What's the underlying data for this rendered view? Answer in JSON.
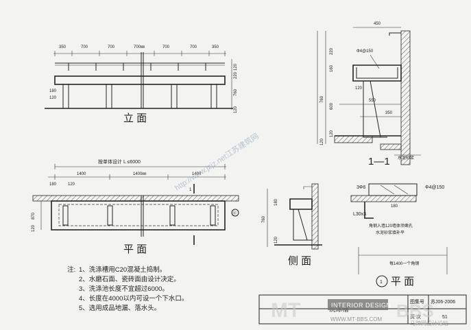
{
  "elevation": {
    "title": "立 面",
    "top_dims": [
      "350",
      "700",
      "700",
      "700㎜",
      "700",
      "700",
      "350"
    ],
    "right_dims": [
      "120",
      "220",
      "760",
      "120"
    ],
    "left_dims": [
      "180",
      "120"
    ]
  },
  "plan": {
    "title": "平 面",
    "design_note": "按单体设计 L ≤6000",
    "dims": [
      "1400",
      "1400㎜",
      "1400"
    ],
    "left_dims": [
      "180",
      "120"
    ],
    "side_dims": [
      "870",
      "120"
    ],
    "cut_mark": "1",
    "axis_mark": "㊉"
  },
  "section_1_1": {
    "title": "1—1",
    "top_dim": "450",
    "rebar_label": "Φ4@150",
    "vdims_left": [
      "220",
      "160",
      "600",
      "760",
      "120",
      "120"
    ],
    "hdims": [
      "550",
      "350"
    ],
    "inner_dim": "120",
    "mortar_label": "水泥砂浆"
  },
  "side": {
    "title": "侧 面",
    "vdims": [
      "180",
      "760",
      "120"
    ]
  },
  "detail_1": {
    "number": "1",
    "title": "平 面",
    "bar_label": "3Φ6",
    "rebar_label": "Φ4@150",
    "angle_label": "L30x3",
    "dim_180": "180",
    "note1": "角钢入墙120墙体须凿孔",
    "note2": "水泥砂浆填补平",
    "spacing_note": "每1400一个角钢"
  },
  "notes": {
    "heading": "注:",
    "items": [
      "1、洗涤槽用C20混凝土捣制。",
      "2、水磨石面、瓷砖面由设计决定。",
      "3、洗涤池长度不宜超过6000。",
      "4、长度在4000以内可设一个下水口。",
      "5、选用成品地漏、落水头。"
    ]
  },
  "titleblock": {
    "atlas_label": "图集号",
    "atlas_number": "苏J06-2006",
    "page_label": "页 次",
    "page_number": "51",
    "drawing_name": "洗涤槽"
  },
  "watermarks": {
    "diagonal": "http://www.jzjz.net江苏建筑网",
    "badge": "INTERIOR DESIGN",
    "site": "WWW.MT-BBS.COM",
    "logo_left": "MT",
    "logo_right": "BBS",
    "forum": "马蹄网设计论坛"
  }
}
